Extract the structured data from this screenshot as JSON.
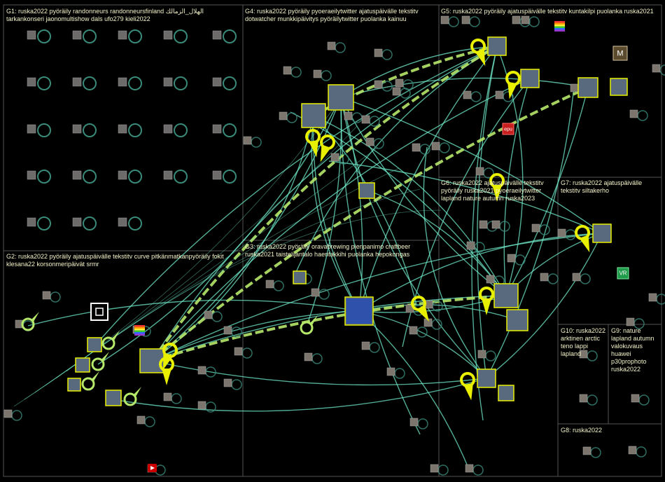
{
  "groups": [
    {
      "id": "G1",
      "label": "G1: ruska2022 pyöräily randonneurs randonneursfinland الهلال_الزمالك tarkankonseri jaonomultishow dals ufo279 kieli2022"
    },
    {
      "id": "G2",
      "label": "G2: ruska2022 pyöräily ajatuspäivälle tekstitv curve pitkänmatkanpyöräily fokit klesana22 korsonmeripäivät srmr"
    },
    {
      "id": "G3",
      "label": "G3: ruska2022 pyöräily oravabrewing pienpanimo craftbeer ruska2021 taistelijantalo haentakkihi puolanka hepokongas"
    },
    {
      "id": "G4",
      "label": "G4: ruska2022 pyöräily pyoeraeilytwitter ajatuspäivälle tekstitv dotwatcher munkkipäivitys pyöräilytwitter puolanka kainuu"
    },
    {
      "id": "G5",
      "label": "G5: ruska2022 pyöräily ajatuspäivälle tekstitv kuntakilpi puolanka ruska2021"
    },
    {
      "id": "G6",
      "label": "G6: ruska2022 ajatuspäivälle tekstitv pyöräily ruska2021 pyoeraeilytwitter lapland nature autumn ruska2023"
    },
    {
      "id": "G7",
      "label": "G7: ruska2022 ajatuspäivälle tekstitv siltakerho"
    },
    {
      "id": "G8",
      "label": "G8: ruska2022"
    },
    {
      "id": "G9",
      "label": "G9: nature lapland autumn valokuvaus huawei p30prophoto ruska2022"
    },
    {
      "id": "G10",
      "label": "G10: ruska2022 arktinen arctic teno lappi lapland"
    }
  ],
  "nodes": {
    "badge_letter": "M",
    "badge_epu": "epu",
    "badge_vr": "VR"
  },
  "colors": {
    "background": "#000000",
    "edge": "#6fe8c8",
    "edge_heavy": "#b6e86a",
    "self_loop": "#3a8a7a",
    "highlight": "#e8f000",
    "group_border": "#555555",
    "label": "#f4f4c8"
  }
}
